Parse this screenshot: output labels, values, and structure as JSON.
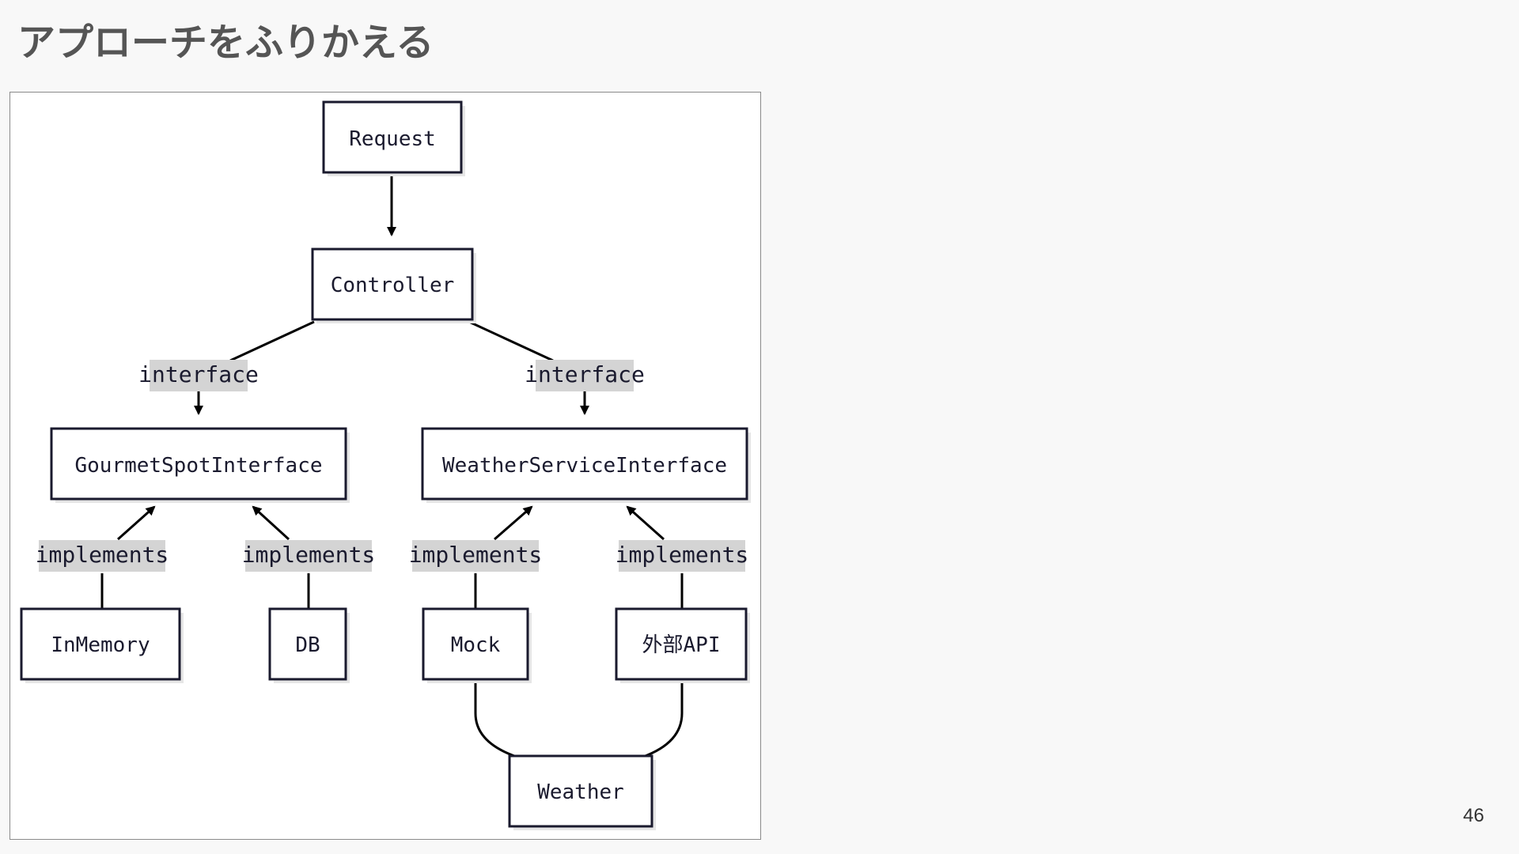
{
  "slide": {
    "title": "アプローチをふりかえる",
    "page_number": "46"
  },
  "diagram": {
    "nodes": {
      "request": "Request",
      "controller": "Controller",
      "gourmet_interface": "GourmetSpotInterface",
      "weather_interface": "WeatherServiceInterface",
      "inmemory": "InMemory",
      "db": "DB",
      "mock": "Mock",
      "external_api": "外部API",
      "weather": "Weather"
    },
    "edge_labels": {
      "controller_to_gourmet": "interface",
      "controller_to_weather": "interface",
      "inmemory_implements": "implements",
      "db_implements": "implements",
      "mock_implements": "implements",
      "external_api_implements": "implements"
    },
    "colors": {
      "node_border": "#1a1a2e",
      "node_fill": "#ffffff",
      "node_shadow": "#e6e6e6",
      "edge": "#000000",
      "label_bg": "#d4d4d4"
    }
  }
}
